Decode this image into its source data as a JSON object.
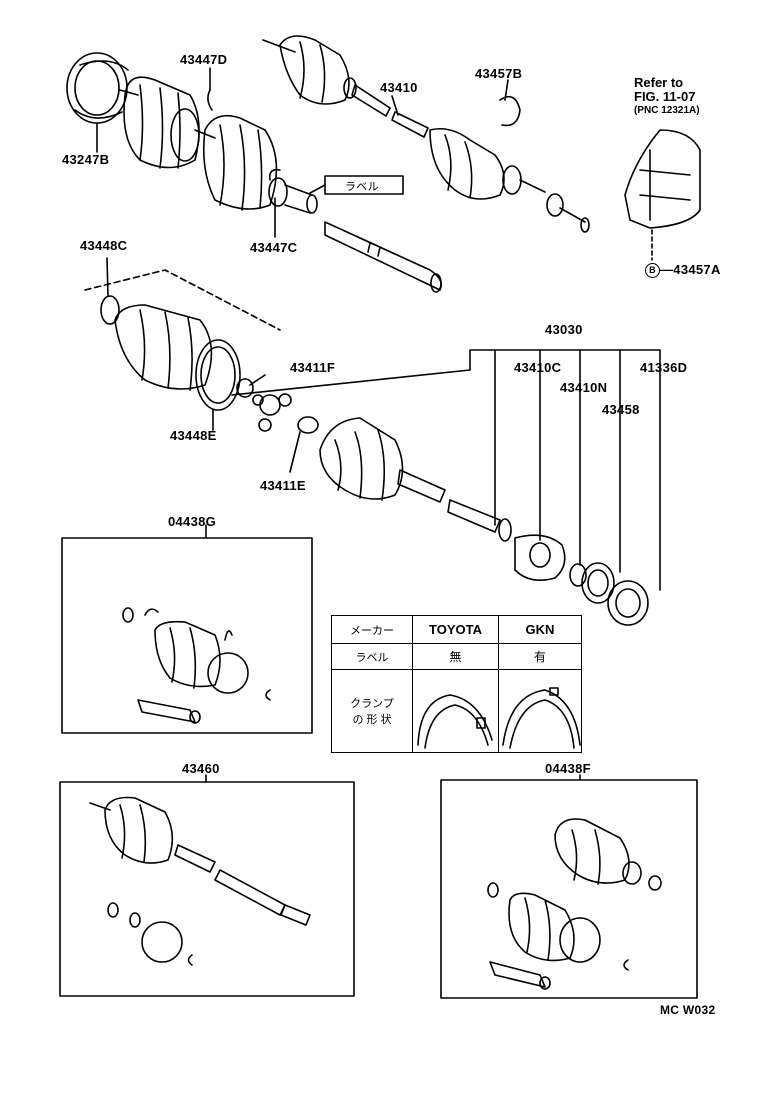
{
  "parts": {
    "p43247B": "43247B",
    "p43447D": "43447D",
    "p43410": "43410",
    "p43457B": "43457B",
    "p43447C": "43447C",
    "p43448C": "43448C",
    "p43411F": "43411F",
    "p43448E": "43448E",
    "p43411E": "43411E",
    "p43030": "43030",
    "p43410C": "43410C",
    "p43410N": "43410N",
    "p43458": "43458",
    "p41336D": "41336D",
    "p43457A": "—43457A",
    "p04438G": "04438G",
    "p43460": "43460",
    "p04438F": "04438F"
  },
  "label_tag": "ラベル",
  "reference": {
    "line1": "Refer to",
    "line2": "FIG. 11-07",
    "line3": "(PNC 12321A)",
    "b_mark": "B"
  },
  "table": {
    "maker_header": "メーカー",
    "toyota": "TOYOTA",
    "gkn": "GKN",
    "label_row": "ラベル",
    "toyota_label": "無",
    "gkn_label": "有",
    "clamp_row_1": "クランプ",
    "clamp_row_2": "の 形 状"
  },
  "code": "MC W032"
}
